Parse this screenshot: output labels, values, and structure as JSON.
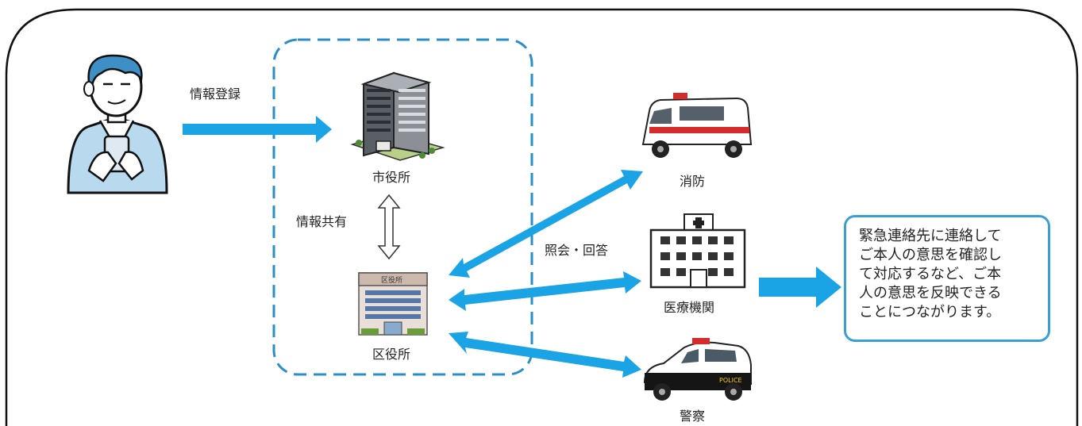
{
  "colors": {
    "arrow": "#1aa4e6",
    "dashed_box": "#2a8fc9",
    "note_border": "#3aa0d4",
    "frame": "#111111"
  },
  "labels": {
    "registration": "情報登録",
    "city_hall": "市役所",
    "sharing": "情報共有",
    "ward_office": "区役所",
    "ward_office_sign": "区役所",
    "inquiry": "照会・回答",
    "fire": "消防",
    "medical": "医療機関",
    "police": "警察",
    "police_car_text": "POLICE"
  },
  "note": {
    "text": "緊急連絡先に連絡して\nご本人の意思を確認し\nて対応するなど、ご本\n人の意思を反映できる\nことにつながります。"
  },
  "icons": {
    "person": "elderly-man-with-phone-icon",
    "city_hall": "office-building-icon",
    "ward_office": "ward-office-building-icon",
    "ambulance": "ambulance-icon",
    "hospital": "hospital-icon",
    "police_car": "police-car-icon"
  }
}
